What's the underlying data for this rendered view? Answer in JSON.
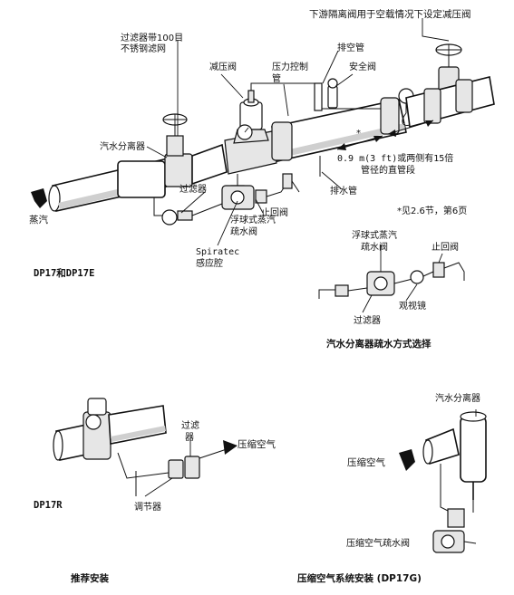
{
  "main_diagram": {
    "labels": {
      "downstream_valve": "下游隔离阀用于空载情况下设定减压阀",
      "strainer_100_mesh_line1": "过滤器带100目",
      "strainer_100_mesh_line2": "不锈钢滤网",
      "pressure_reducing_valve": "减压阀",
      "pressure_control_pipe_line1": "压力控制",
      "pressure_control_pipe_line2": "管",
      "vent_pipe": "排空管",
      "safety_valve": "安全阀",
      "steam_separator": "汽水分离器",
      "distance_text_line1": "0.9 m(3 ft)或两侧有15倍",
      "distance_text_line2": "管径的直管段",
      "drain_pipe": "排水管",
      "strainer": "过滤器",
      "steam": "蒸汽",
      "float_trap_line1": "浮球式蒸汽",
      "float_trap_line2": "疏水阀",
      "check_valve": "止回阀",
      "spiratec_line1": "Spiratec",
      "spiratec_line2": "感应腔",
      "footnote": "*见2.6节，第6页",
      "asterisk": "*",
      "model": "DP17和DP17E"
    }
  },
  "separator_drain": {
    "labels": {
      "float_trap_line1": "浮球式蒸汽",
      "float_trap_line2": "疏水阀",
      "check_valve": "止回阀",
      "sight_glass": "观视镜",
      "strainer": "过滤器"
    },
    "caption": "汽水分离器疏水方式选择"
  },
  "dp17r": {
    "labels": {
      "strainer_line1": "过滤",
      "strainer_line2": "器",
      "compressed_air": "压缩空气",
      "regulator": "调节器"
    },
    "model": "DP17R",
    "caption": "推荐安装"
  },
  "dp17g": {
    "labels": {
      "steam_separator": "汽水分离器",
      "compressed_air": "压缩空气",
      "air_trap": "压缩空气疏水阀"
    },
    "caption": "压缩空气系统安装  (DP17G)"
  }
}
